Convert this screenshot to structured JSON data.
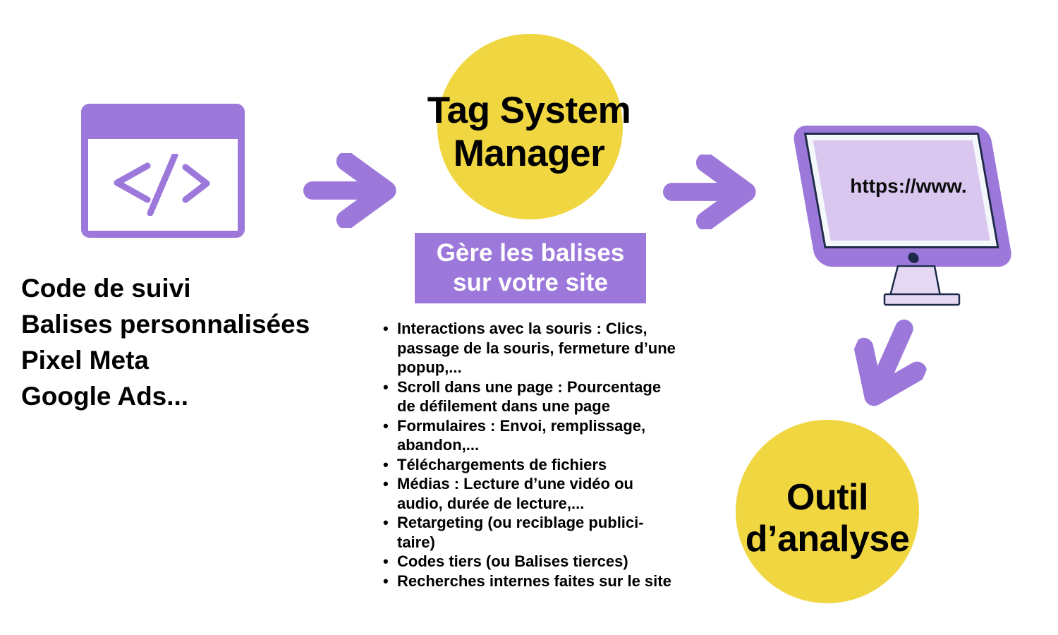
{
  "colors": {
    "purple": "#9C78DB",
    "yellow": "#F0D640",
    "screen": "#D9C7F0",
    "stand": "#E5D8F3",
    "navy": "#1E2A4A",
    "ink": "#000000"
  },
  "sources": [
    "Code de suivi",
    "Balises personnalisées",
    "Pixel Meta",
    "Google Ads..."
  ],
  "tag_manager": {
    "title_lines": [
      "Tag System",
      "Manager"
    ],
    "banner_lines": [
      "Gère les balises",
      "sur votre site"
    ],
    "features": [
      "Interactions avec la souris : Clics, passage de la souris, fermeture d’une popup,...",
      "Scroll dans une page : Pourcentage de défilement dans une page",
      "Formulaires : Envoi, remplissage, abandon,...",
      "Téléchargements de fichiers",
      "Médias : Lecture d’une vidéo ou audio, durée de lecture,...",
      "Retargeting (ou reciblage publici-taire)",
      "Codes tiers (ou Balises tierces)",
      "Recherches internes faites sur le site"
    ]
  },
  "website": {
    "url": "https://www."
  },
  "analytics": {
    "title_lines": [
      "Outil",
      "d’analyse"
    ]
  },
  "icons": [
    "code-tag-icon",
    "arrow-right-icon",
    "monitor-icon",
    "arrow-down-left-icon"
  ]
}
